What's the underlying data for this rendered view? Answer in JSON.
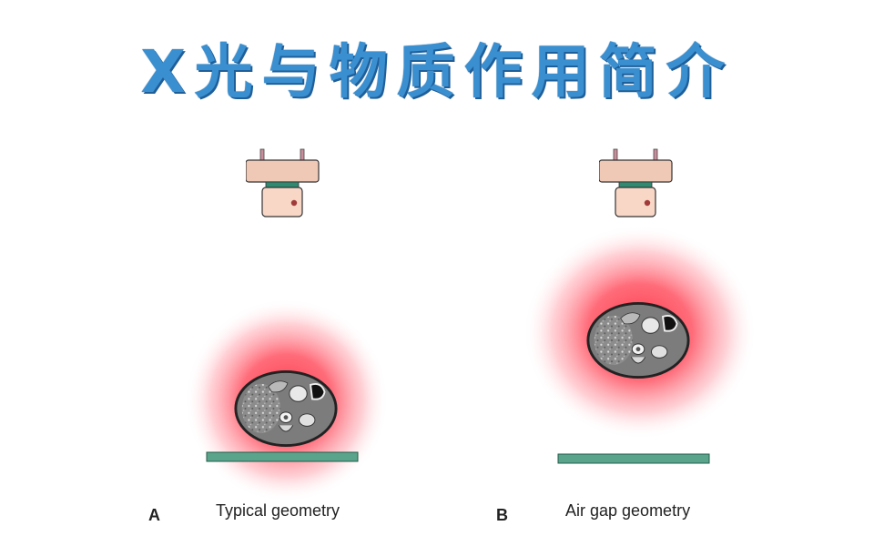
{
  "title": "X光与物质作用简介",
  "panels": [
    {
      "letter": "A",
      "caption": "Typical geometry"
    },
    {
      "letter": "B",
      "caption": "Air gap geometry"
    }
  ],
  "colors": {
    "title": "#3a8fd0",
    "table": "#5aa48c",
    "glow": "#ff2a3c",
    "tube_housing": "#f3c7b2",
    "patient_tissue": "#8a8a8a"
  },
  "icons": [
    "x-ray-tube-icon",
    "collimator-icon",
    "patient-cross-section-icon",
    "detector-table-icon",
    "scatter-glow-icon"
  ]
}
